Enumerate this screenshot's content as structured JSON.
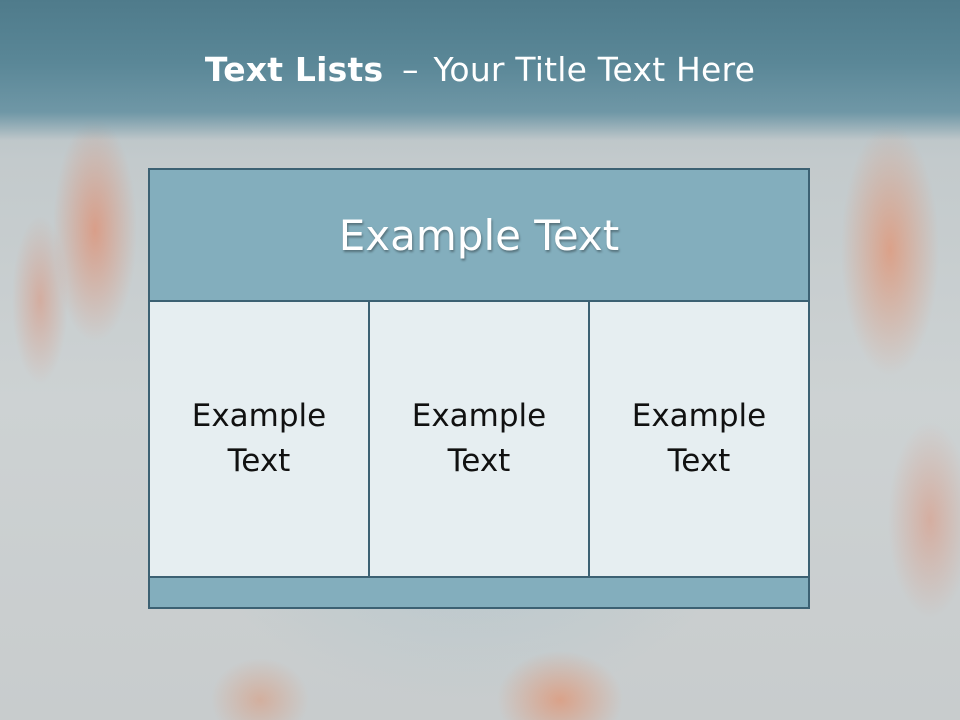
{
  "title": {
    "bold": "Text Lists",
    "dash": "–",
    "rest": "Your Title Text Here"
  },
  "table": {
    "header": "Example Text",
    "columns": [
      {
        "line1": "Example",
        "line2": "Text"
      },
      {
        "line1": "Example",
        "line2": "Text"
      },
      {
        "line1": "Example",
        "line2": "Text"
      }
    ]
  },
  "colors": {
    "header_fill": "#83aebd",
    "cell_fill": "#e6eef1",
    "border": "#3c6173",
    "title_band": "#5a8797"
  }
}
